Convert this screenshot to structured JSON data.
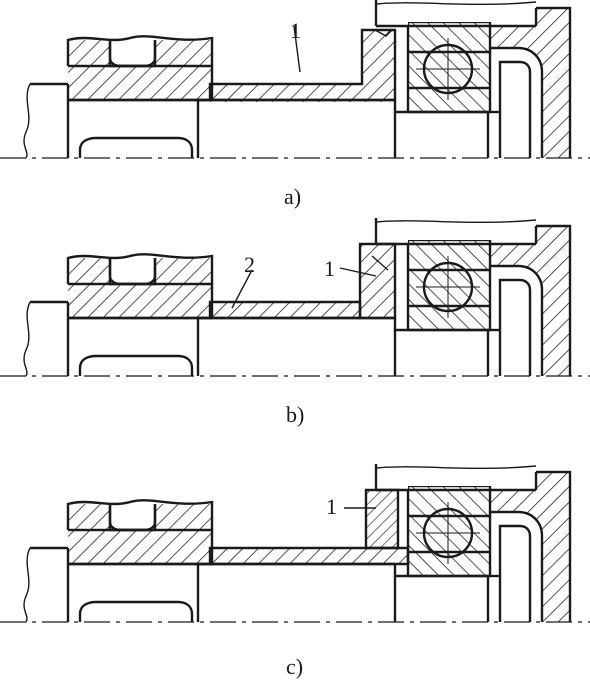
{
  "figure": {
    "panels": [
      {
        "id": "a",
        "caption": "a)",
        "labels": [
          "1"
        ]
      },
      {
        "id": "b",
        "caption": "b)",
        "labels": [
          "2",
          "1"
        ]
      },
      {
        "id": "c",
        "caption": "c)",
        "labels": [
          "1"
        ]
      }
    ]
  },
  "colors": {
    "ink": "#1a1a1a",
    "background": "#ffffff"
  }
}
